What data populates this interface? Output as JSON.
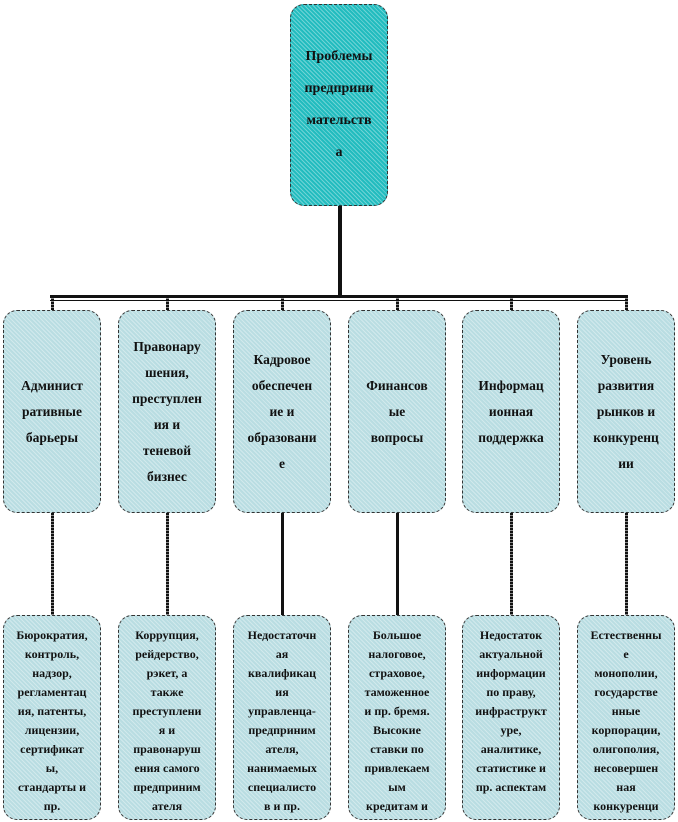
{
  "root": {
    "label": "Проблемы\nпредприни\nмательств\nа"
  },
  "categories": [
    {
      "label": "Админист\nративные\nбарьеры",
      "detail": "Бюрократия,\nконтроль,\nнадзор,\nрегламентац\nия, патенты,\nлицензии,\nсертификат\nы,\nстандарты и\nпр."
    },
    {
      "label": "Правонару\nшения,\nпреступлен\nия и\nтеневой\nбизнес",
      "detail": "Коррупция,\nрейдерство,\nрэкет, а\nтакже\nпреступлени\nя и\nправонаруш\nения самого\nпредприним\nателя"
    },
    {
      "label": "Кадровое\nобеспечен\nие и\nобразовани\nе",
      "detail": "Недостаточн\nая\nквалификац\nия\nуправленца-\nпредприним\nателя,\nнанимаемых\nспециалисто\nв и пр."
    },
    {
      "label": "Финансов\nые\nвопросы",
      "detail": "Большое\nналоговое,\nстраховое,\nтаможенное\nи пр. бремя.\nВысокие\nставки по\nпривлекаем\nым\nкредитам и\n..."
    },
    {
      "label": "Информац\nионная\nподдержка",
      "detail": "Недостаток\nактуальной\nинформации\nпо праву,\nинфраструкт\nуре,\nаналитике,\nстатистике и\nпр. аспектам"
    },
    {
      "label": "Уровень\nразвития\nрынков и\nконкуренц\nии",
      "detail": "Естественны\nе\nмонополии,\nгосударстве\nнные\nкорпорации,\nолигополия,\nнесовершен\nная\nконкуренци\nя и пр."
    }
  ]
}
